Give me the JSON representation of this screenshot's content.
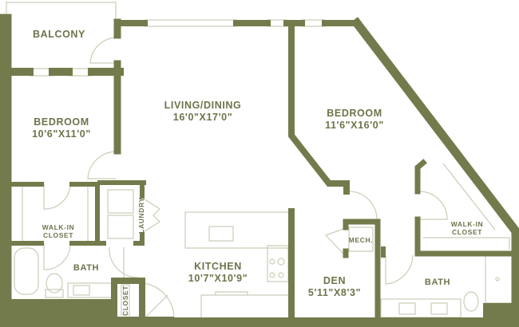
{
  "colors": {
    "wall": "#737b4c",
    "text": "#6d744a",
    "fixture": "#c9cdb6"
  },
  "rooms": {
    "balcony": {
      "name": "BALCONY"
    },
    "bedroom1": {
      "name": "BEDROOM",
      "size": "10'6\"X11'0\""
    },
    "living": {
      "name": "LIVING/DINING",
      "size": "16'0\"X17'0\""
    },
    "bedroom2": {
      "name": "BEDROOM",
      "size": "11'6\"X16'0\""
    },
    "walkin1": {
      "name": "WALK-IN",
      "name2": "CLOSET"
    },
    "laundry": {
      "name": "LAUNDRY"
    },
    "bath1": {
      "name": "BATH"
    },
    "closet": {
      "name": "CLOSET"
    },
    "kitchen": {
      "name": "KITCHEN",
      "size": "10'7\"X10'9\""
    },
    "mech": {
      "name": "MECH."
    },
    "den": {
      "name": "DEN",
      "size": "5'11\"X8'3\""
    },
    "walkin2": {
      "name": "WALK-IN",
      "name2": "CLOSET"
    },
    "bath2": {
      "name": "BATH"
    }
  }
}
